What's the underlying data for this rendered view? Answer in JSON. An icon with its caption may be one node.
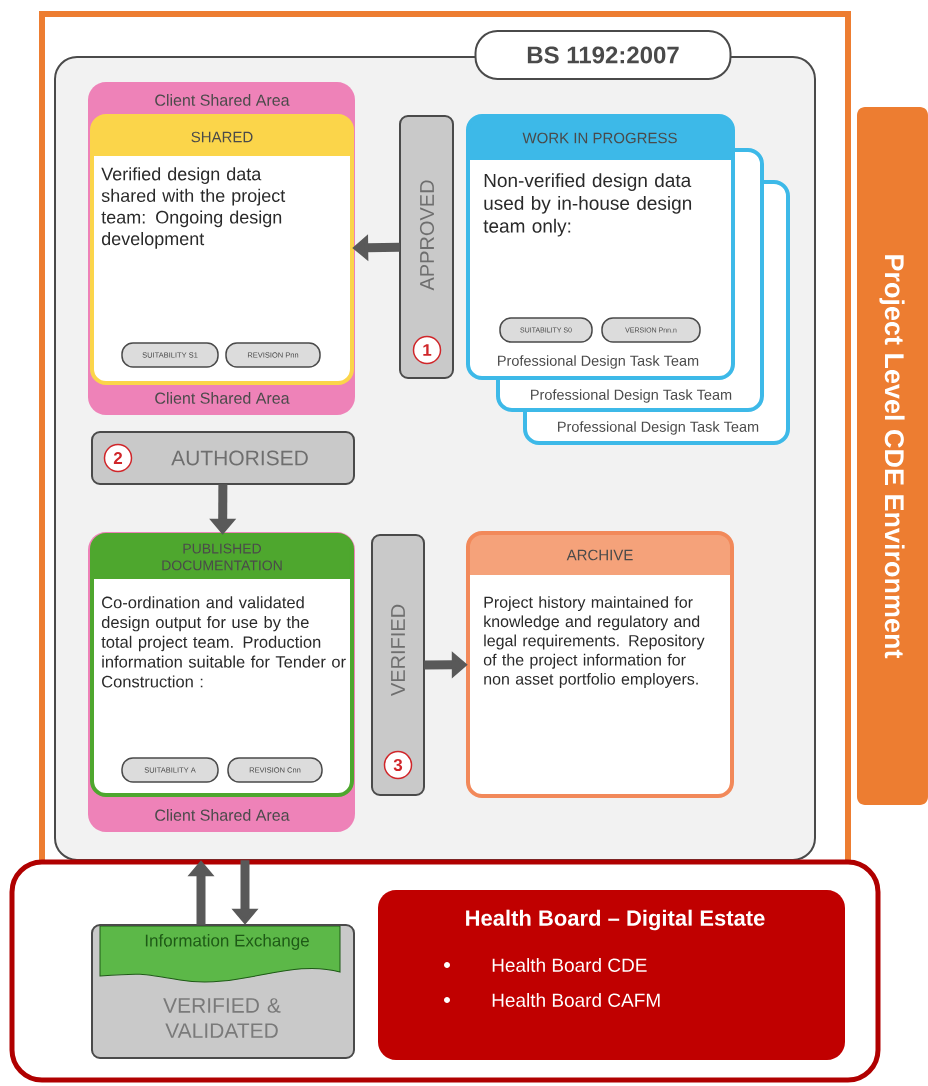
{
  "diagram": {
    "nodes": [
      {
        "text": [
          "Project Level CDE Environment"
        ]
      },
      {
        "text": [
          "BS 1192:2007"
        ]
      },
      {
        "text": [
          "Client Shared Area",
          "Client Shared Area"
        ],
        "in": 1
      },
      {
        "text": [
          "SHARED",
          "Verified design data shared with the project team: Ongoing design development"
        ],
        "in": 2
      },
      {
        "text": [
          "SUITABILITY S1"
        ],
        "in": 3
      },
      {
        "text": [
          "REVISION Pnn"
        ],
        "in": 3
      },
      {
        "text": [
          "APPROVED",
          "1"
        ],
        "in": 1
      },
      {
        "text": [
          "WORK IN PROGRESS",
          "Non-verified design data used by in-house design team only:",
          "Professional Design Task Team",
          "Professional Design Task Team",
          "Professional Design Task Team"
        ],
        "in": 1
      },
      {
        "text": [
          "SUITABILITY S0"
        ],
        "in": 7
      },
      {
        "text": [
          "VERSION Pnn.n"
        ],
        "in": 7
      },
      {
        "text": [
          "2",
          "AUTHORISED"
        ],
        "in": 1
      },
      {
        "text": [
          "Client Shared Area"
        ],
        "in": 1
      },
      {
        "text": [
          "PUBLISHED DOCUMENTATION",
          "Co-ordination and validated design output for use by the total project team. Production information suitable for Tender or Construction :"
        ],
        "in": 11
      },
      {
        "text": [
          "SUITABILITY A"
        ],
        "in": 12
      },
      {
        "text": [
          "REVISION Cnn"
        ],
        "in": 12
      },
      {
        "text": [
          "VERIFIED",
          "3"
        ],
        "in": 1
      },
      {
        "text": [
          "ARCHIVE",
          "Project history maintained for knowledge and regulatory and legal requirements. Repository of the project information for non asset portfolio employers."
        ],
        "in": 1
      },
      {
        "text": [],
        "shape": "box"
      },
      {
        "text": [
          "Information Exchange",
          "VERIFIED & VALIDATED"
        ],
        "in": 17
      },
      {
        "text": [
          "Health Board – Digital Estate",
          "Health Board CDE",
          "Health Board CAFM"
        ],
        "in": 17
      }
    ],
    "edges": [
      {
        "from": 6,
        "to": 3,
        "arrow": "to"
      },
      {
        "from": 10,
        "to": 12,
        "arrow": "to"
      },
      {
        "from": 15,
        "to": 16,
        "arrow": "to"
      },
      {
        "from": 18,
        "to": 1,
        "arrow": "to"
      },
      {
        "from": 1,
        "to": 18,
        "arrow": "to"
      }
    ]
  }
}
